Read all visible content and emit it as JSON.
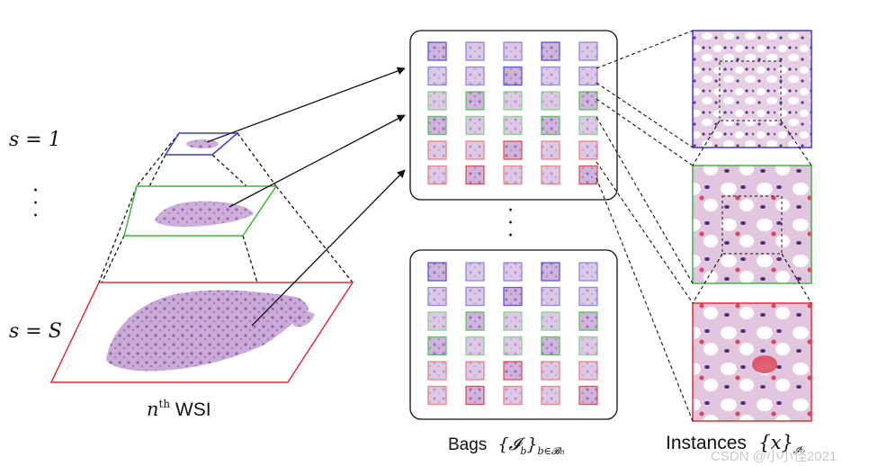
{
  "scales": {
    "top": "s = 1",
    "bottom": "s = S"
  },
  "wsi": {
    "prefix": "n",
    "sup": "th",
    "suffix": " WSI"
  },
  "bags": {
    "word": "Bags",
    "set": "{𝓘",
    "set_sub": "b",
    "set_close": "}",
    "index": "b∈𝓑",
    "index_sub": "n"
  },
  "instances": {
    "word": "Instances",
    "set": "{x}",
    "index": "𝓘",
    "index_sub": "b"
  },
  "watermark": "CSDN @小小怪2021",
  "colors": {
    "blue": "#3a3ad8",
    "green": "#3cb83c",
    "red": "#e03030",
    "tissue": "#b48cc8"
  },
  "grid": {
    "rows": [
      "blue",
      "blue",
      "green",
      "green",
      "red",
      "red"
    ],
    "cols": 5
  }
}
